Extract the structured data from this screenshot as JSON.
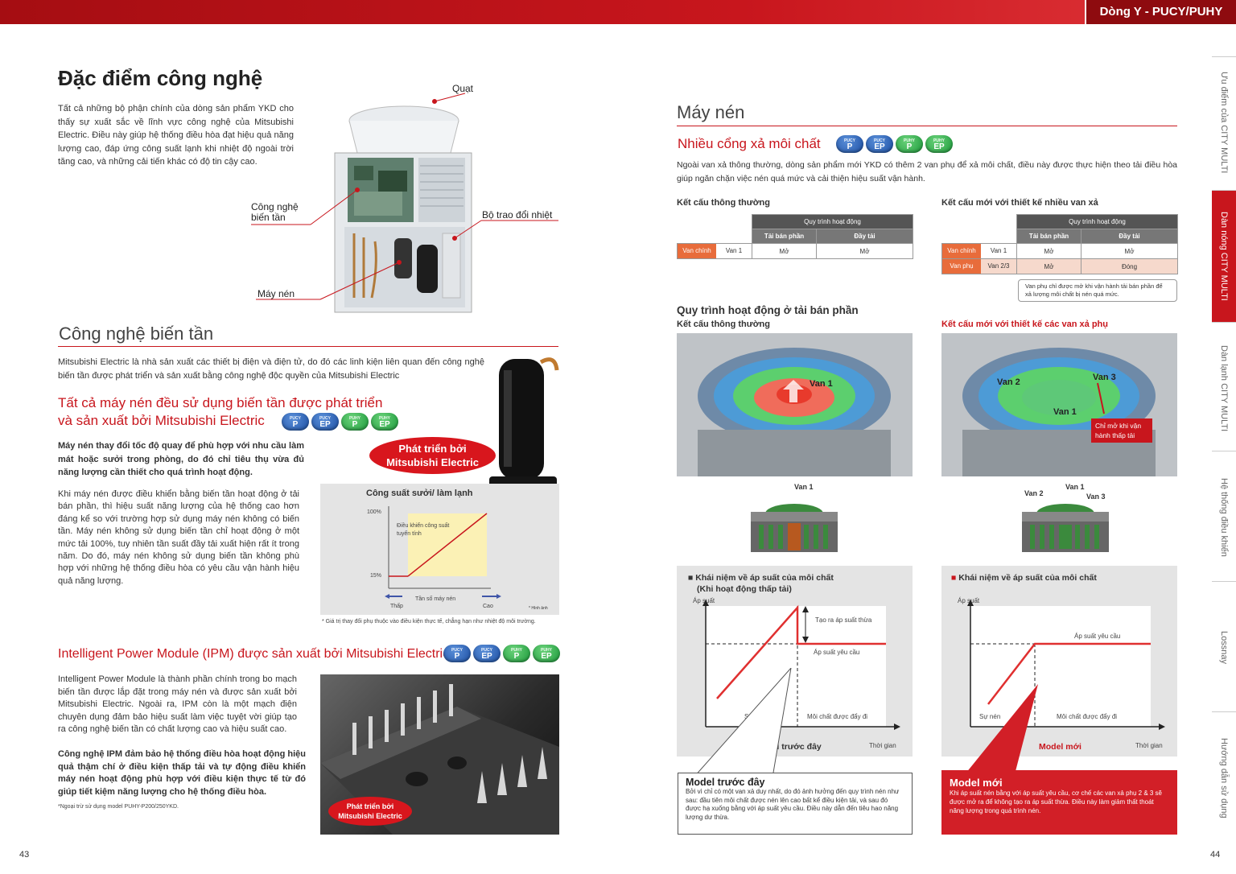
{
  "header": {
    "series_label": "Dòng Y - PUCY/PUHY"
  },
  "sidebar": {
    "items": [
      {
        "label": "Ưu điểm của CITY MULTI"
      },
      {
        "label": "Dàn nóng CITY MULTI"
      },
      {
        "label": "Dàn lạnh CITY MULTI"
      },
      {
        "label": "Hệ thống điều khiển"
      },
      {
        "label": "Lossnay"
      },
      {
        "label": "Hướng dẫn sử dụng"
      }
    ]
  },
  "left": {
    "title": "Đặc điểm công nghệ",
    "intro": "Tất cả những bộ phận chính của dòng sản phẩm YKD cho thấy sự xuất sắc về lĩnh vực công nghệ của Mitsubishi Electric. Điều này giúp hệ thống điều hòa đạt hiệu quả năng lượng cao, đáp ứng công suất lạnh khi nhiệt độ ngoài trời tăng cao, và những cải tiến khác có độ tin cậy cao.",
    "unit_labels": {
      "fan": "Quạt",
      "inverter": "Công nghệ biến tần",
      "heat_exchanger": "Bộ trao đổi nhiệt",
      "compressor": "Máy nén"
    },
    "inverter_section": {
      "title": "Công nghệ biến tần",
      "intro": "Mitsubishi Electric là nhà sản xuất các thiết bị điện và điện tử, do đó các linh kiện liên quan đến công nghệ biến tần được phát triển và sản xuất bằng công nghệ độc quyền của Mitsubishi Electric",
      "subtitle_line1": "Tất cả máy nén đều sử dụng biến tần được phát triển",
      "subtitle_line2": "và sản xuất bởi Mitsubishi Electric",
      "bold_para": "Máy nén thay đổi tốc độ quay để phù hợp với nhu cầu làm mát hoặc sưởi trong phòng, do đó chỉ tiêu thụ vừa đủ năng lượng cần thiết cho quá trình hoạt động.",
      "para": "Khi máy nén được điều khiển bằng biến tần hoạt động ở tải bán phần, thì hiệu suất năng lượng của hệ thống cao hơn đáng kể so với trường hợp sử dụng máy nén không có biến tần. Máy nén không sử dụng biến tần chỉ hoạt động ở một mức tải 100%, tuy nhiên tần suất đầy tải xuất hiện rất ít trong năm. Do đó, máy nén không sử dụng biến tần không phù hợp với những hệ thống điều hòa có yêu cầu vận hành hiệu quả năng lượng.",
      "pill_line1": "Phát triển bởi",
      "pill_line2": "Mitsubishi Electric",
      "chart_title": "Công suất sưởi/ làm lạnh",
      "chart_y_top": "100%",
      "chart_y_low": "15%",
      "chart_note1": "Điều khiển công suất",
      "chart_note2": "tuyến tính",
      "chart_x_label": "Tần số máy nén",
      "chart_low": "Thấp",
      "chart_high": "Cao",
      "chart_image_note": "* Hình ảnh",
      "footnote": "* Giá trị thay đổi phụ thuộc vào điều kiện thực tế, chẳng hạn như nhiệt độ môi trường."
    },
    "ipm_section": {
      "title": "Intelligent Power Module (IPM) được sản xuất bởi Mitsubishi Electric",
      "para": "Intelligent Power Module là thành phần chính trong bo mạch biến tần được lắp đặt trong máy nén và được sản xuất bởi Mitsubishi Electric. Ngoài ra, IPM còn là một mạch điện chuyên dụng đảm bảo hiệu suất làm việc tuyệt vời giúp tạo ra công nghệ biến tần có chất lượng cao và hiệu suất cao.",
      "bold_para": "Công nghệ IPM đảm bảo hệ thống điều hòa hoạt động hiệu quả thậm chí ở điều kiện thấp tải và tự động điều khiển máy nén hoạt động phù hợp với điều kiện thực tế từ đó giúp tiết kiệm năng lượng cho hệ thống điều hòa.",
      "footnote": "*Ngoại trừ sử dụng model PUHY-P200/250YKD.",
      "pill_line1": "Phát triển bởi",
      "pill_line2": "Mitsubishi Electric"
    },
    "page_number": "43"
  },
  "badges": [
    {
      "top": "PUCY",
      "main": "P",
      "color": "#1d4fa3"
    },
    {
      "top": "PUCY",
      "main": "EP",
      "color": "#1d4fa3"
    },
    {
      "top": "PUHY",
      "main": "P",
      "color": "#1d9a3b"
    },
    {
      "top": "PUHY",
      "main": "EP",
      "color": "#1d9a3b"
    }
  ],
  "right": {
    "title": "Máy nén",
    "subtitle": "Nhiều cổng xả môi chất",
    "intro": "Ngoài van xả thông thường, dòng sản phẩm mới YKD có thêm 2 van phụ để xả môi chất, điều này được thực hiện theo tải điều hòa giúp ngăn chặn việc nén quá mức và cải thiện hiệu suất vận hành.",
    "conv_title": "Kết cấu thông thường",
    "new_title": "Kết cấu mới với thiết kế nhiều van xả",
    "table_header": "Quy trình hoạt động",
    "col_partial": "Tải bán phần",
    "col_full": "Đầy tải",
    "row_main": "Van chính",
    "row_aux": "Van phụ",
    "v1": "Van 1",
    "v23": "Van 2/3",
    "open": "Mở",
    "closed": "Đóng",
    "table_note": "Van phụ chỉ được mở khi vận hành tải bán phần để xả lượng môi chất bị nén quá mức.",
    "process_title": "Quy trình hoạt động ở tải bán phần",
    "process_conv": "Kết cấu thông thường",
    "process_new": "Kết cấu mới với thiết kế các van xả phụ",
    "van1": "Van 1",
    "van2": "Van 2",
    "van3": "Van 3",
    "low_load_note1": "Chỉ mở khi vận",
    "low_load_note2": "hành thấp tải",
    "pressure_conv_title1": "Khái niệm về áp suất của môi chất",
    "pressure_conv_title2": "(Khi hoạt động thấp tải)",
    "pressure_new_title": "Khái niệm về áp suất của môi chất",
    "y_label": "Áp suất",
    "x_label": "Thời gian",
    "overpressure": "Tạo ra áp suất thừa",
    "required": "Áp suất yêu cầu",
    "compress": "Sự nén",
    "push": "Môi chất được đẩy đi",
    "model_old": "Model trước đây",
    "model_new": "Model mới",
    "old_desc": "Bởi vì chỉ có một van xả duy nhất, do đó ảnh hưởng đến quy trình nén như sau: đầu tiên môi chất được nén lên cao bất kể điều kiện tải, và sau đó được hạ xuống bằng với áp suất yêu cầu. Điều này dẫn đến tiêu hao năng lượng dư thừa.",
    "new_desc": "Khi áp suất nén bằng với áp suất yêu cầu, cơ chế các van xả phụ 2 & 3 sẽ được mở ra để không tạo ra áp suất thừa. Điều này làm giảm thất thoát năng lượng trong quá trình nén.",
    "page_number": "44"
  }
}
